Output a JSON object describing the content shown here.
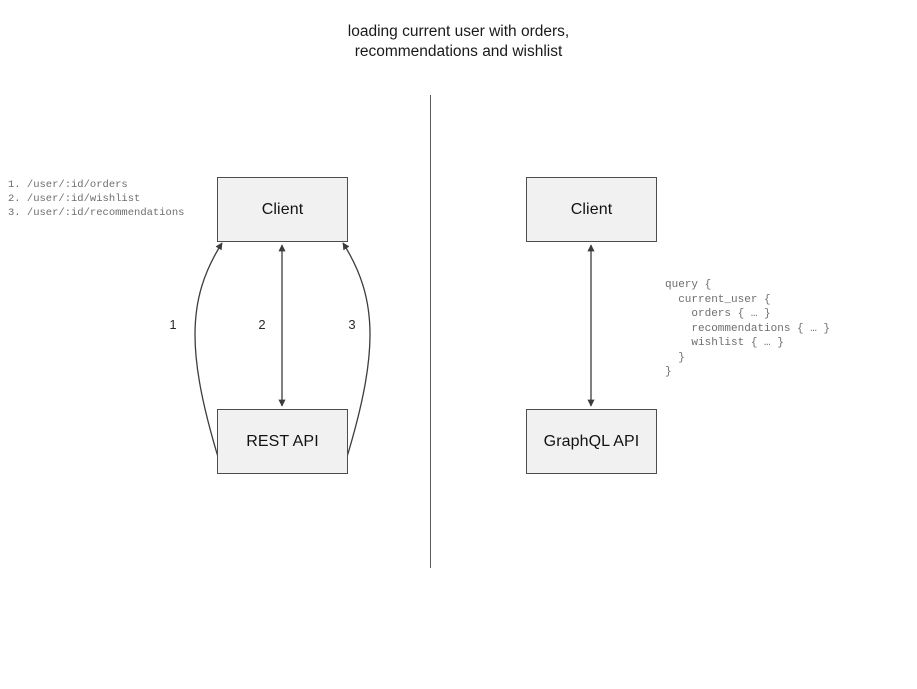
{
  "title": {
    "line1": "loading current user with orders,",
    "line2": "recommendations and wishlist"
  },
  "colors": {
    "box_fill": "#f1f1f1",
    "box_border": "#4d4d4d",
    "connector": "#3c3c3c",
    "divider": "#5a5a5a",
    "code_text": "#6e6e6e",
    "title_text": "#1a1a1a",
    "label_text": "#2b2b2b",
    "background": "#ffffff"
  },
  "rest_panel": {
    "client_label": "Client",
    "api_label": "REST API",
    "edge_labels": [
      "1",
      "2",
      "3"
    ],
    "endpoints_text": "1. /user/:id/orders\n2. /user/:id/wishlist\n3. /user/:id/recommendations",
    "endpoints": [
      {
        "number": "1.",
        "path": "/user/:id/orders"
      },
      {
        "number": "2.",
        "path": "/user/:id/wishlist"
      },
      {
        "number": "3.",
        "path": "/user/:id/recommendations"
      }
    ]
  },
  "graphql_panel": {
    "client_label": "Client",
    "api_label": "GraphQL API",
    "query_text": "query {\n  current_user {\n    orders { … }\n    recommendations { … }\n    wishlist { … }\n  }\n}",
    "query_lines": [
      "query {",
      "  current_user {",
      "    orders { … }",
      "    recommendations { … }",
      "    wishlist { … }",
      "  }",
      "}"
    ]
  }
}
